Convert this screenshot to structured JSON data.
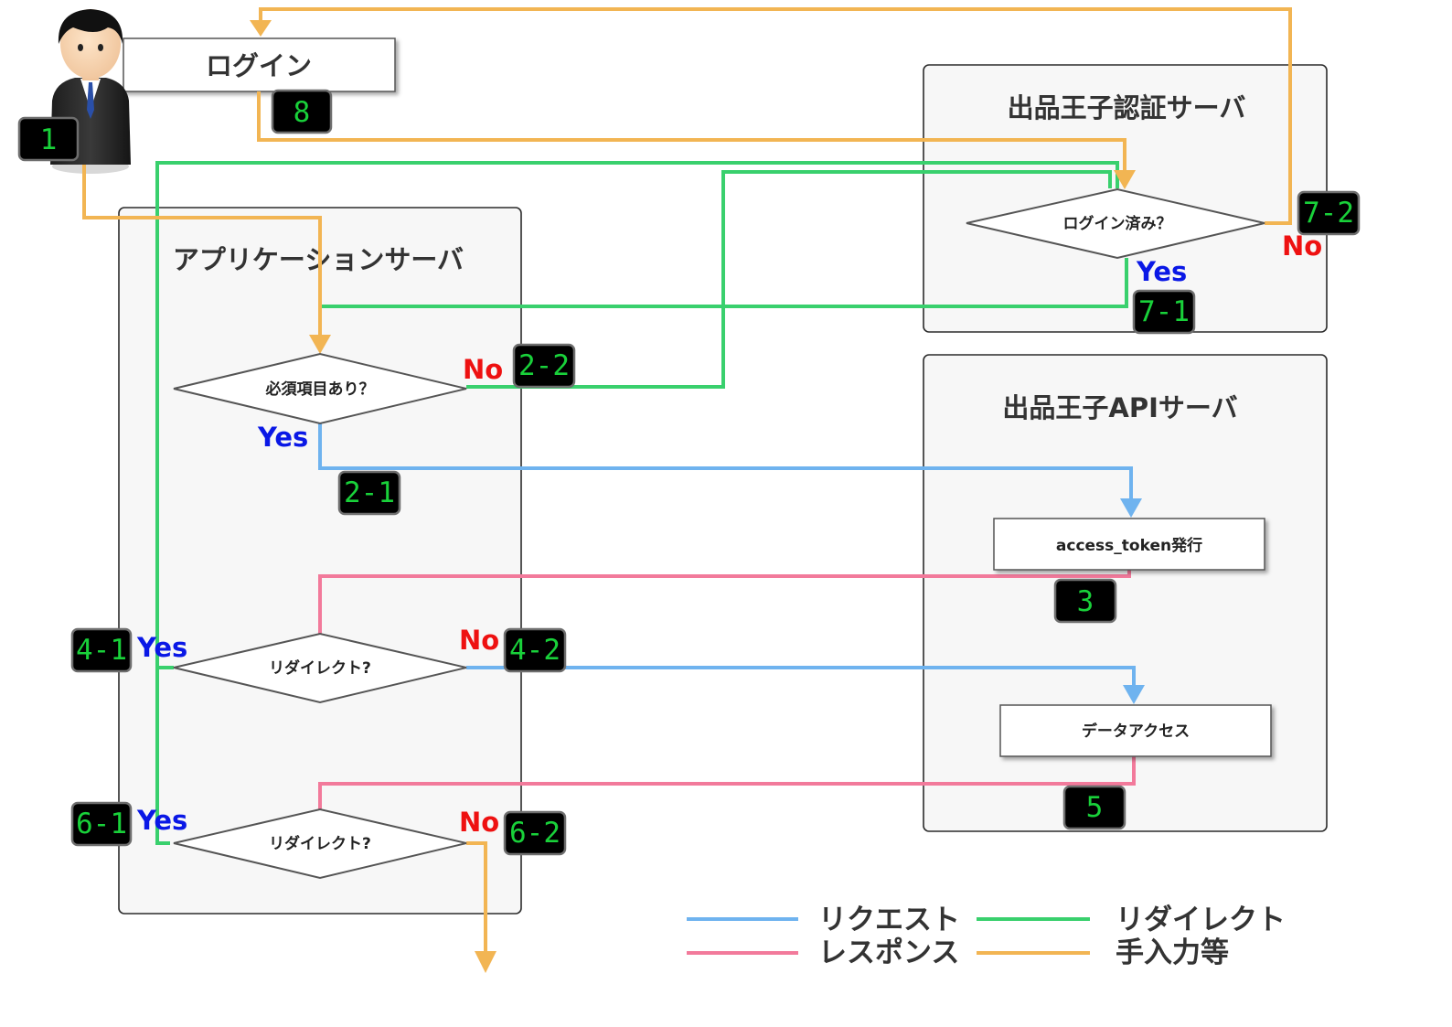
{
  "colors": {
    "request": "#6fb3ef",
    "response": "#f27a9b",
    "redirect": "#39d06d",
    "manual": "#f2b553",
    "yes": "#0a18e6",
    "no": "#ee1111",
    "step_text": "#19d13a"
  },
  "icons": {
    "user": "businessman-icon"
  },
  "login_box": {
    "label": "ログイン"
  },
  "panels": {
    "app_server": {
      "title": "アプリケーションサーバ"
    },
    "auth_server": {
      "title": "出品王子認証サーバ"
    },
    "api_server": {
      "title": "出品王子APIサーバ"
    }
  },
  "decisions": {
    "required": {
      "label": "必須項目あり？"
    },
    "redirect1": {
      "label": "リダイレクト?"
    },
    "redirect2": {
      "label": "リダイレクト?"
    },
    "logged_in": {
      "label": "ログイン済み？"
    }
  },
  "process_boxes": {
    "token": {
      "label": "access_token発行"
    },
    "data": {
      "label": "データアクセス"
    }
  },
  "branch_labels": {
    "yes": "Yes",
    "no": "No"
  },
  "steps": {
    "s1": "1",
    "s2_1": "2-1",
    "s2_2": "2-2",
    "s3": "3",
    "s4_1": "4-1",
    "s4_2": "4-2",
    "s5": "5",
    "s6_1": "6-1",
    "s6_2": "6-2",
    "s7_1": "7-1",
    "s7_2": "7-2",
    "s8": "8"
  },
  "legend": {
    "request": "リクエスト",
    "response": "レスポンス",
    "redirect": "リダイレクト",
    "manual": "手入力等"
  }
}
